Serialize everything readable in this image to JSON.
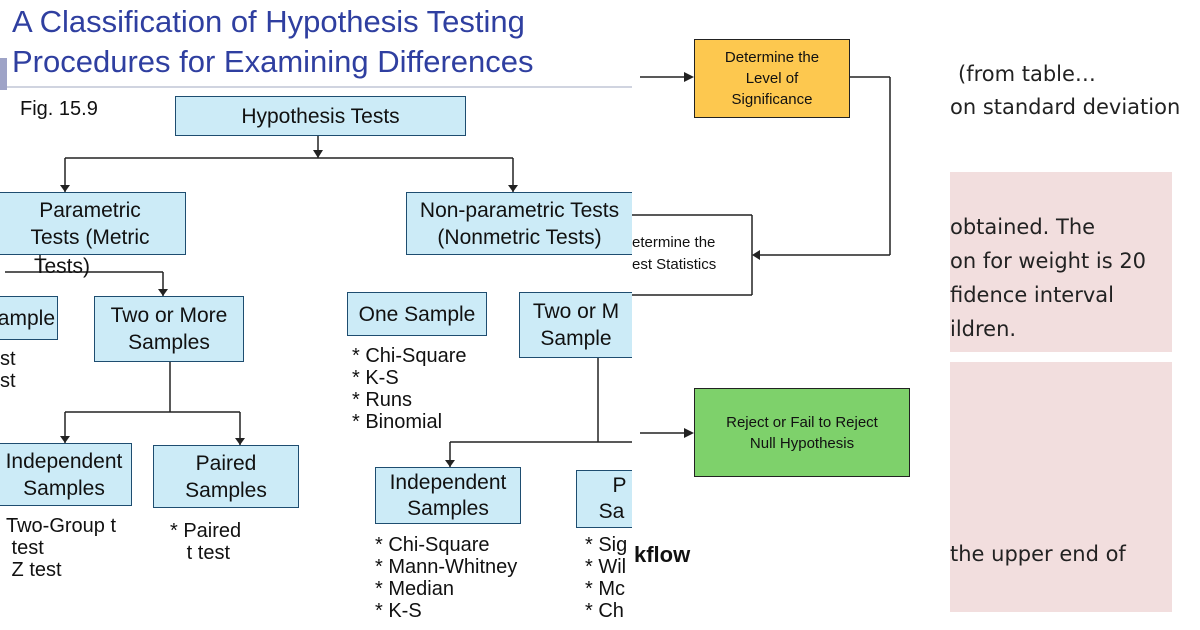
{
  "slide": {
    "title_line1": "A Classification of Hypothesis Testing",
    "title_line2": "Procedures for Examining Differences",
    "fig_label": "Fig. 15.9",
    "root": "Hypothesis Tests",
    "parametric": {
      "line1": "Parametric",
      "line2": "Tests (Metric",
      "line3": "Tests)"
    },
    "nonparametric": {
      "line1": "Non-parametric Tests",
      "line2": "(Nonmetric Tests)"
    },
    "param_one_sample": "ample",
    "param_one_sample_list": "st\nst",
    "param_two_more": {
      "line1": "Two or More",
      "line2": "Samples"
    },
    "param_independent": {
      "line1": "Independent",
      "line2": "Samples"
    },
    "param_independent_list": "Two-Group t\n test\n Z test",
    "param_paired": {
      "line1": "Paired",
      "line2": "Samples"
    },
    "param_paired_list": "* Paired\n   t test",
    "np_one_sample": "One Sample",
    "np_one_sample_list": "* Chi-Square\n* K-S\n* Runs\n* Binomial",
    "np_two_more": {
      "line1": "Two or M",
      "line2": "Sample"
    },
    "np_independent": {
      "line1": "Independent",
      "line2": "Samples"
    },
    "np_independent_list": "* Chi-Square\n* Mann-Whitney\n* Median\n* K-S",
    "np_paired": {
      "line1": "P",
      "line2": "Sa"
    },
    "np_paired_list": "* Sig\n* Wil\n* Mc\n* Ch"
  },
  "workflow": {
    "significance": {
      "line1": "Determine the",
      "line2": "Level of",
      "line3": "Significance"
    },
    "test_stats": {
      "line1": "etermine the",
      "line2": "est Statistics"
    },
    "reject": {
      "line1": "Reject or Fail to Reject",
      "line2": "Null Hypothesis"
    },
    "title_fragment": "kflow",
    "colors": {
      "significance": "#fdc84f",
      "reject": "#7ed16b"
    }
  },
  "right": {
    "line1": "(from table…",
    "line2": "on standard deviation",
    "line3": "obtained. The",
    "line4": "on for weight is 20",
    "line5": "fidence interval",
    "line6": "ildren.",
    "line7": "the upper end of"
  }
}
